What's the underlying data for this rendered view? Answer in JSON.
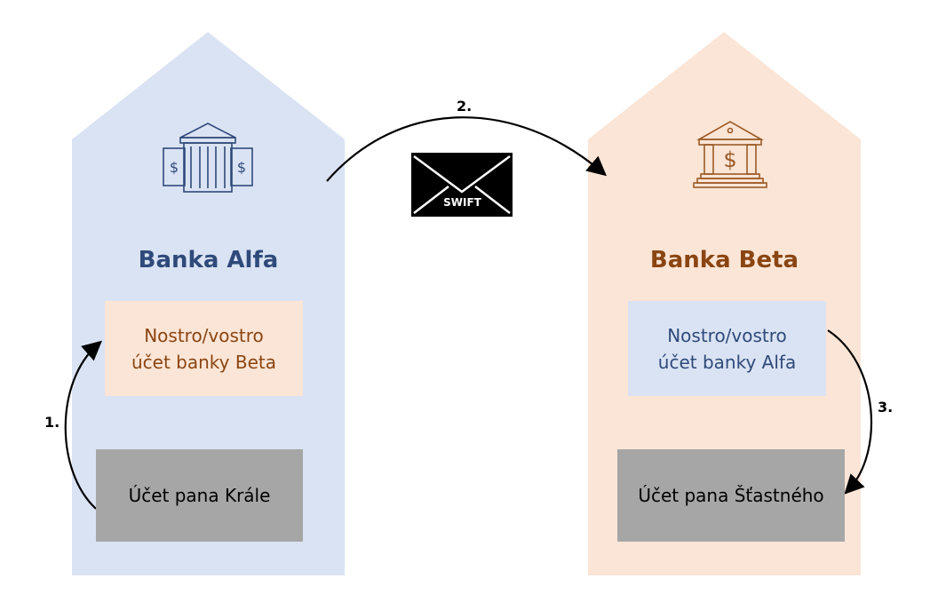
{
  "colors": {
    "alfa_bg": "#dae3f3",
    "beta_bg": "#fbe5d6",
    "alfa_text": "#2f4a7a",
    "beta_text": "#8a4512",
    "account_bg": "#a6a6a6",
    "icon_alfa": "#2f4a7a",
    "icon_beta": "#9c5a26"
  },
  "bank_alfa": {
    "name": "Banka Alfa",
    "icon": "bank-building-dollar-icon",
    "nostro_label": "Nostro/vostro\núčet banky Beta",
    "client_account": "Účet pana Krále"
  },
  "bank_beta": {
    "name": "Banka Beta",
    "icon": "bank-building-dollar-icon",
    "nostro_label": "Nostro/vostro\núčet banky Alfa",
    "client_account": "Účet pana Šťastného"
  },
  "message": {
    "icon": "envelope-icon",
    "label": "SWIFT"
  },
  "steps": {
    "step1": "1.",
    "step2": "2.",
    "step3": "3."
  }
}
